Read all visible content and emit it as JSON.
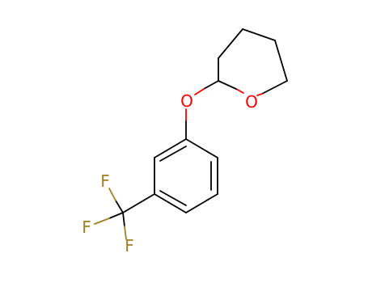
{
  "molecule": {
    "atoms": {
      "oxygen_ring": {
        "symbol": "O",
        "color": "#ff0000"
      },
      "oxygen_ether": {
        "symbol": "O",
        "color": "#ff0000"
      },
      "fluorine_top": {
        "symbol": "F",
        "color": "#a08020"
      },
      "fluorine_left": {
        "symbol": "F",
        "color": "#a08020"
      },
      "fluorine_bottom": {
        "symbol": "F",
        "color": "#a08020"
      }
    },
    "bond_color": "#000000"
  }
}
